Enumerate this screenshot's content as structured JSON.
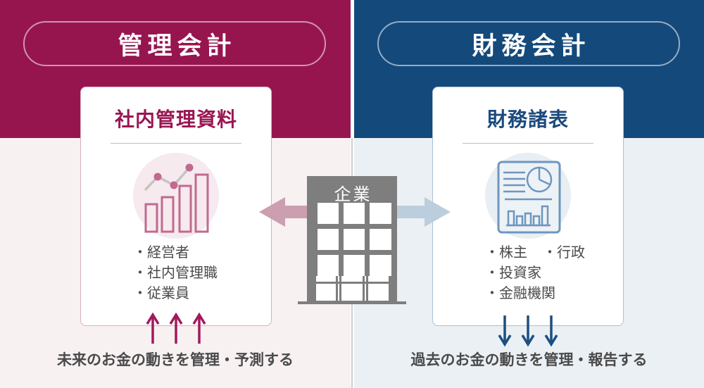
{
  "left_panel": {
    "header_label": "管理会計",
    "accent_color": "#97154F",
    "card": {
      "title": "社内管理資料",
      "icon": "bar-chart-with-trend-icon",
      "audience_lines": [
        [
          "・経営者"
        ],
        [
          "・社内管理職"
        ],
        [
          "・従業員"
        ]
      ]
    },
    "caption": "未来のお金の動きを管理・予測する",
    "arrow_direction": "up",
    "arrow_color": "#A2195B",
    "mid_arrow_color": "#CB9EB0"
  },
  "right_panel": {
    "header_label": "財務会計",
    "accent_color": "#14497B",
    "card": {
      "title": "財務諸表",
      "icon": "financial-report-document-icon",
      "audience_lines": [
        [
          "・株主",
          "・行政"
        ],
        [
          "・投資家"
        ],
        [
          "・金融機関"
        ]
      ]
    },
    "caption": "過去のお金の動きを管理・報告する",
    "arrow_direction": "down",
    "arrow_color": "#1B4F80",
    "mid_arrow_color": "#BCCEDE"
  },
  "center": {
    "building_label": "企業",
    "building_color": "#7E7E7E"
  }
}
